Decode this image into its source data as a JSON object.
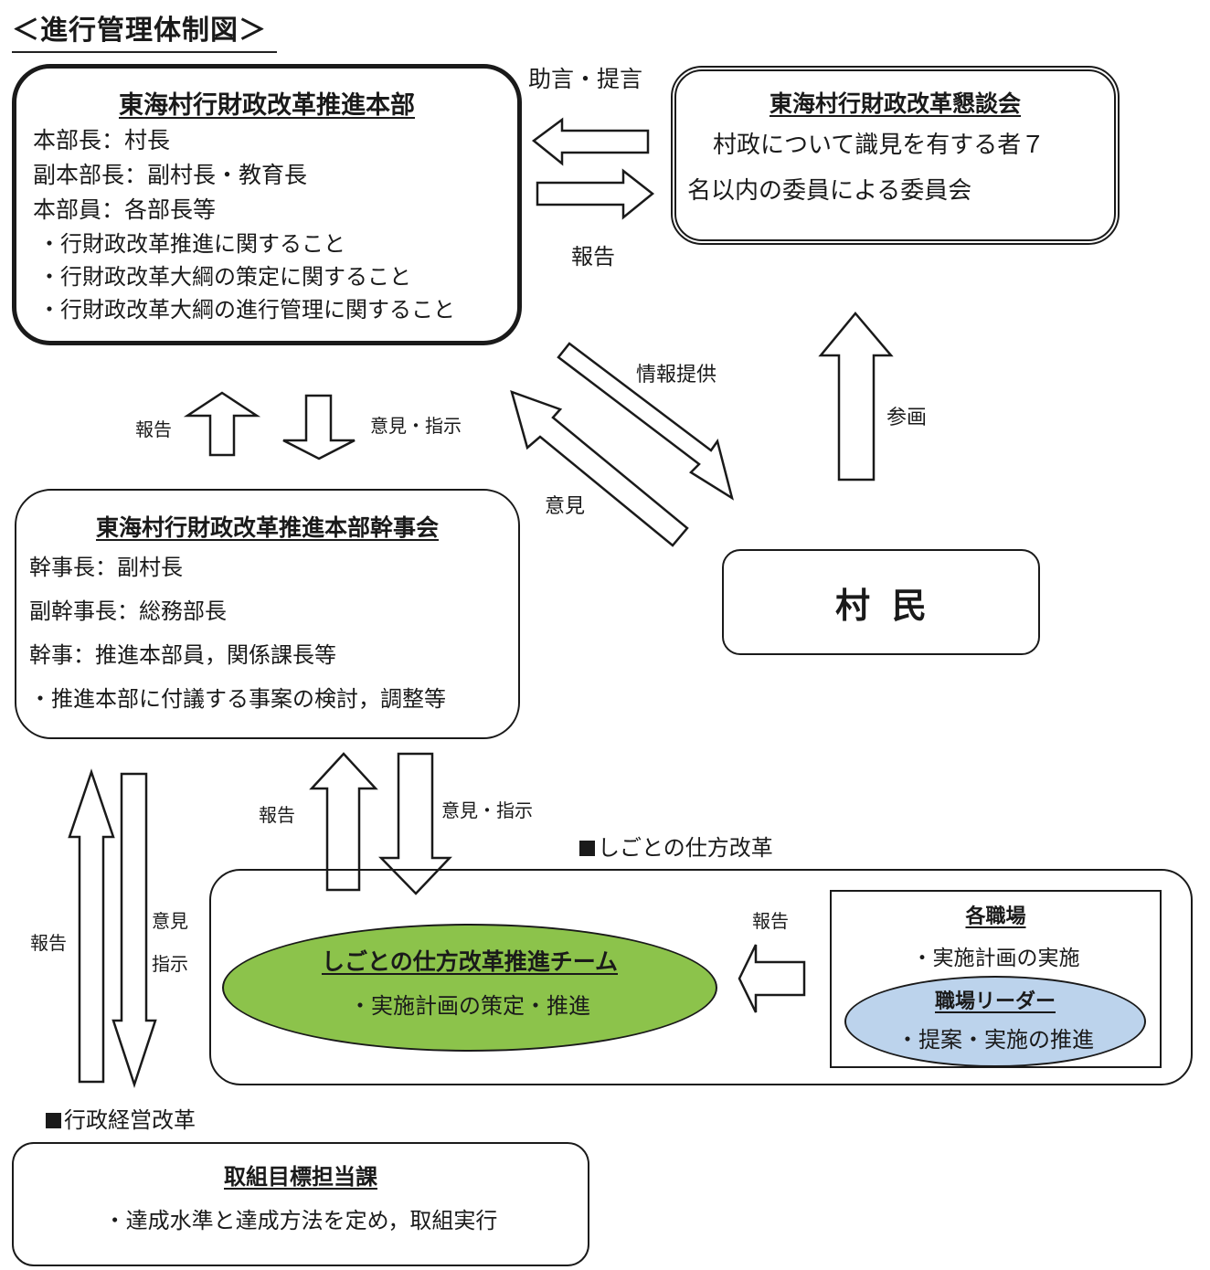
{
  "page_title": "＜進行管理体制図＞",
  "headquarters": {
    "title": "東海村行財政改革推進本部",
    "lines": [
      "本部長：村長",
      "副本部長：副村長・教育長",
      "本部員：各部長等"
    ],
    "bullets": [
      "・行財政改革推進に関すること",
      "・行財政改革大綱の策定に関すること",
      "・行財政改革大綱の進行管理に関すること"
    ]
  },
  "council": {
    "title": "東海村行財政改革懇談会",
    "lines": [
      "村政について識見を有する者７",
      "名以内の委員による委員会"
    ]
  },
  "villagers": {
    "title": "村民"
  },
  "executive": {
    "title": "東海村行財政改革推進本部幹事会",
    "lines": [
      "幹事長：副村長",
      "副幹事長：総務部長",
      "幹事：推進本部員，関係課長等",
      "・推進本部に付議する事案の検討，調整等"
    ]
  },
  "work_reform": {
    "section_label": "しごとの仕方改革",
    "team": {
      "title": "しごとの仕方改革推進チーム",
      "line": "・実施計画の策定・推進",
      "color": "#8cc34b"
    },
    "workplace": {
      "title": "各職場",
      "line": "・実施計画の実施"
    },
    "leader": {
      "title": "職場リーダー",
      "line": "・提案・実施の推進",
      "color": "#bcd3ec"
    }
  },
  "admin_reform": {
    "section_label": "行政経営改革",
    "target": {
      "title": "取組目標担当課",
      "line": "・達成水準と達成方法を定め，取組実行"
    }
  },
  "flow_labels": {
    "advice": "助言・提言",
    "report_to_council": "報告",
    "info_provision": "情報提供",
    "opinion_villagers": "意見",
    "participation": "参画",
    "report_exec_to_hq": "報告",
    "opinion_instruction_hq_to_exec": "意見・指示",
    "report_team_to_exec": "報告",
    "opinion_instruction_exec_to_team": "意見・指示",
    "report_target_to_exec": "報告",
    "opinion_exec_to_target": "意見",
    "instruction_exec_to_target": "指示",
    "report_workplace_to_team": "報告"
  }
}
